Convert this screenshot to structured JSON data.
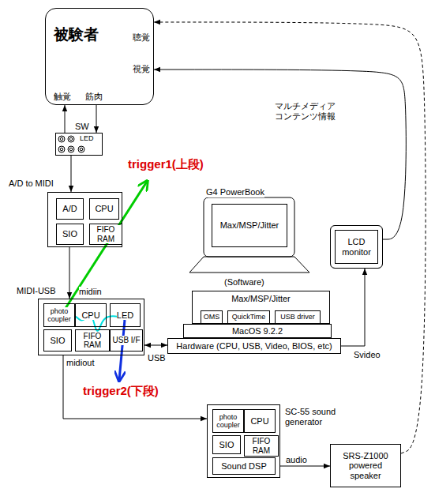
{
  "diagram": {
    "nodes": [
      {
        "text": [
          "被験者",
          "聴覚",
          "視覚",
          "触覚",
          "筋肉"
        ]
      },
      {
        "text": [
          "SW",
          "LED"
        ]
      },
      {
        "text": [
          "A/D to MIDI"
        ]
      },
      {
        "text": [
          "A/D"
        ],
        "in": 2
      },
      {
        "text": [
          "CPU"
        ],
        "in": 2
      },
      {
        "text": [
          "SIO"
        ],
        "in": 2
      },
      {
        "text": [
          "FIFO RAM"
        ],
        "in": 2
      },
      {
        "text": [
          "G4 PowerBook",
          "Max/MSP/Jitter",
          "(Software)"
        ]
      },
      {
        "text": [
          "LCD monitor"
        ]
      },
      {
        "text": [
          "Max/MSP/Jitter"
        ]
      },
      {
        "text": [
          "OMS"
        ],
        "in": 9
      },
      {
        "text": [
          "QuickTime"
        ],
        "in": 9
      },
      {
        "text": [
          "USB driver"
        ],
        "in": 9
      },
      {
        "text": [
          "MacOS 9.2.2"
        ]
      },
      {
        "text": [
          "Hardware (CPU, USB, Video, BIOS, etc)"
        ]
      },
      {
        "text": [
          "MIDI-USB"
        ]
      },
      {
        "text": [
          "photo coupler"
        ],
        "in": 15
      },
      {
        "text": [
          "CPU"
        ],
        "in": 15
      },
      {
        "text": [
          "LED"
        ],
        "in": 15
      },
      {
        "text": [
          "SIO"
        ],
        "in": 15
      },
      {
        "text": [
          "FIFO RAM"
        ],
        "in": 15
      },
      {
        "text": [
          "USB I/F"
        ],
        "in": 15
      },
      {
        "text": [
          "SC-55 sound generator"
        ]
      },
      {
        "text": [
          "photo coupler"
        ],
        "in": 22
      },
      {
        "text": [
          "CPU"
        ],
        "in": 22
      },
      {
        "text": [
          "SIO"
        ],
        "in": 22
      },
      {
        "text": [
          "FIFO RAM"
        ],
        "in": 22
      },
      {
        "text": [
          "Sound DSP"
        ],
        "in": 22
      },
      {
        "text": [
          "SRS-Z1000 powered speaker"
        ]
      }
    ],
    "edges": [
      {
        "from": 1,
        "to": 0,
        "arrow": "to"
      },
      {
        "from": 0,
        "to": 1,
        "arrow": "to"
      },
      {
        "from": 1,
        "to": 2,
        "arrow": "to"
      },
      {
        "from": 2,
        "to": 15,
        "arrow": "to",
        "label": "midiin"
      },
      {
        "from": 15,
        "to": 14,
        "arrow": "both",
        "label": "USB"
      },
      {
        "from": 15,
        "to": 22,
        "arrow": "to",
        "label": "midiout"
      },
      {
        "from": 22,
        "to": 28,
        "arrow": "to",
        "label": "audio"
      },
      {
        "from": 14,
        "to": 8,
        "arrow": "to",
        "label": "Svideo"
      },
      {
        "from": 8,
        "to": 0,
        "arrow": "to"
      },
      {
        "from": 28,
        "to": 0,
        "arrow": "to"
      }
    ],
    "labels": [
      "trigger1(上段)",
      "trigger2(下段)",
      "マルチメディア コンテンツ情報"
    ]
  }
}
